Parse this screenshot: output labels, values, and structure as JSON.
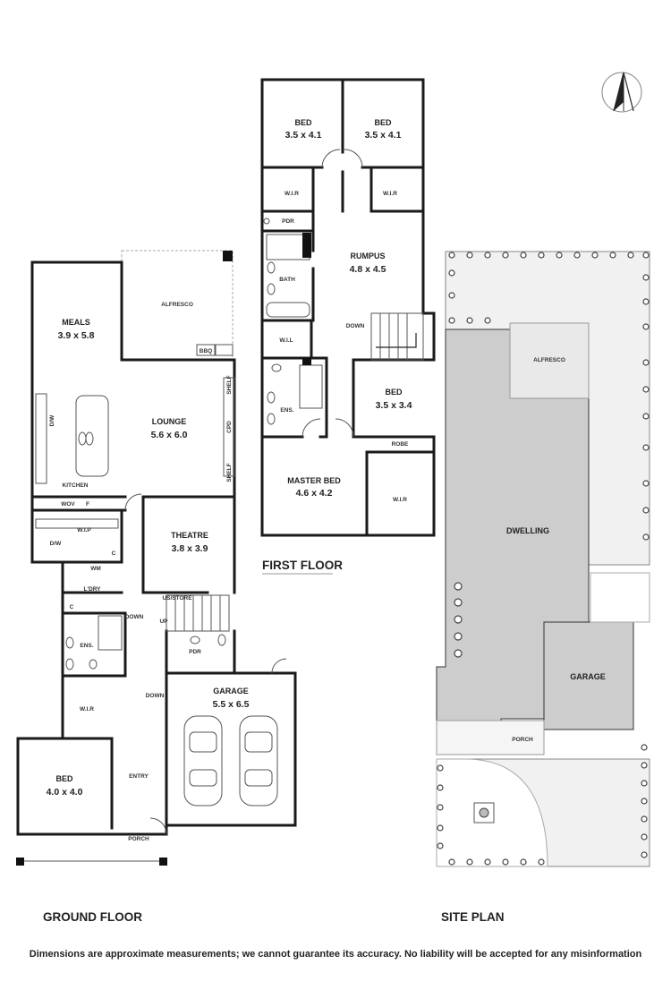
{
  "floors": {
    "ground": {
      "title": "GROUND FLOOR"
    },
    "first": {
      "title": "FIRST FLOOR"
    },
    "site": {
      "title": "SITE PLAN"
    }
  },
  "rooms": {
    "meals": {
      "name": "MEALS",
      "dims": "3.9 x 5.8"
    },
    "alfresco": {
      "name": "ALFRESCO"
    },
    "bbq": {
      "name": "BBQ"
    },
    "lounge": {
      "name": "LOUNGE",
      "dims": "5.6 x 6.0"
    },
    "kitchen": {
      "name": "KITCHEN"
    },
    "dw": {
      "name": "D/W"
    },
    "wov": {
      "name": "WOV"
    },
    "f": {
      "name": "F"
    },
    "shelf1": {
      "name": "SHELF"
    },
    "shelf2": {
      "name": "SHELF"
    },
    "cpd": {
      "name": "CPD"
    },
    "wip": {
      "name": "W.I.P"
    },
    "wip_dw": {
      "name": "D/W"
    },
    "wip_c": {
      "name": "C"
    },
    "wm": {
      "name": "WM"
    },
    "theatre": {
      "name": "THEATRE",
      "dims": "3.8 x 3.9"
    },
    "usstore": {
      "name": "US/STORE"
    },
    "ldry": {
      "name": "L'DRY"
    },
    "ldry_c": {
      "name": "C"
    },
    "ens_g": {
      "name": "ENS."
    },
    "wir_g": {
      "name": "W.I.R"
    },
    "bed_g": {
      "name": "BED",
      "dims": "4.0 x 4.0"
    },
    "pdr_g": {
      "name": "PDR"
    },
    "garage": {
      "name": "GARAGE",
      "dims": "5.5 x 6.5"
    },
    "entry": {
      "name": "ENTRY"
    },
    "porch": {
      "name": "PORCH"
    },
    "down_g1": {
      "name": "DOWN"
    },
    "up_g": {
      "name": "UP"
    },
    "down_g2": {
      "name": "DOWN"
    },
    "bed1": {
      "name": "BED",
      "dims": "3.5 x 4.1"
    },
    "bed2": {
      "name": "BED",
      "dims": "3.5 x 4.1"
    },
    "wir1": {
      "name": "W.I.R"
    },
    "wir2": {
      "name": "W.I.R"
    },
    "pdr_f": {
      "name": "PDR"
    },
    "rumpus": {
      "name": "RUMPUS",
      "dims": "4.8 x 4.5"
    },
    "bath": {
      "name": "BATH"
    },
    "down_f": {
      "name": "DOWN"
    },
    "wil": {
      "name": "W.I.L"
    },
    "bed3": {
      "name": "BED",
      "dims": "3.5 x 3.4"
    },
    "robe": {
      "name": "ROBE"
    },
    "ens_f": {
      "name": "ENS."
    },
    "master": {
      "name": "MASTER BED",
      "dims": "4.6 x 4.2"
    },
    "wir_m": {
      "name": "W.I.R"
    }
  },
  "site": {
    "alfresco": "ALFRESCO",
    "dwelling": "DWELLING",
    "garage": "GARAGE",
    "porch": "PORCH"
  },
  "disclaimer": "Dimensions are approximate measurements; we cannot guarantee its accuracy. No liability will be accepted for any misinformation"
}
